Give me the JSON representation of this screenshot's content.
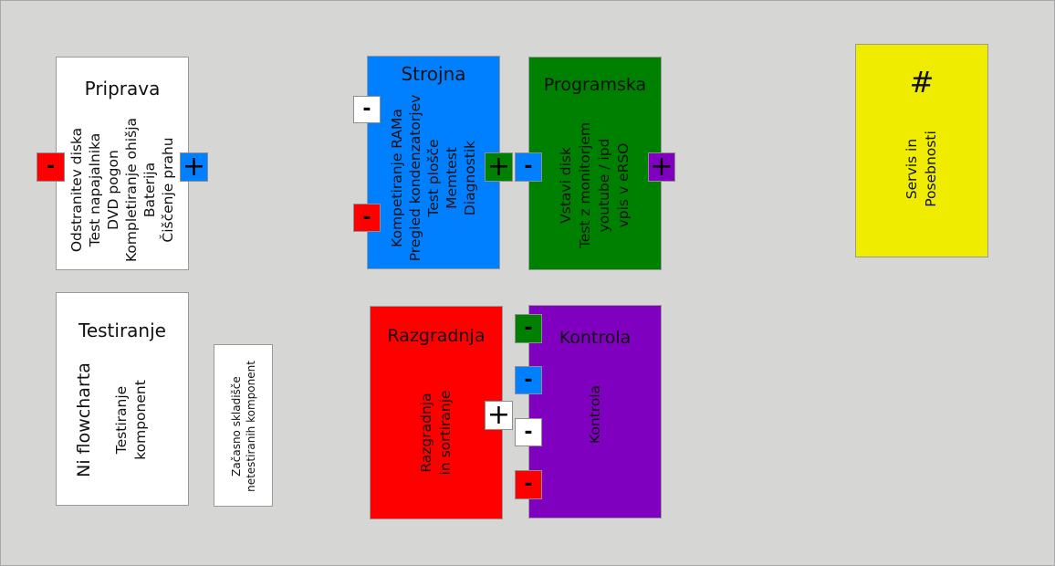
{
  "colors": {
    "background": "#d6d6d4",
    "white": "#ffffff",
    "red": "#ff0000",
    "blue": "#0080ff",
    "green": "#008000",
    "purple": "#7f00bf",
    "yellow": "#f0ec00"
  },
  "buttons": {
    "minus": "-",
    "plus": "+"
  },
  "priprava": {
    "title": "Priprava",
    "lines": [
      "Odstranitev diska",
      "Test napajalnika",
      "DVD pogon",
      "Kompletiranje ohišja",
      "Baterija",
      "Čiščenje prahu"
    ]
  },
  "strojna": {
    "title": "Strojna",
    "lines": [
      "Kompetiranje RAMa",
      "Pregled kondenzatorjev",
      "Test plošče",
      "Memtest",
      "Diagnostik"
    ]
  },
  "programska": {
    "title": "Programska",
    "lines": [
      "Vstavi disk",
      "Test z monitorjem",
      "youtube / ipd",
      "vpis v eRSO"
    ]
  },
  "servis": {
    "title": "#",
    "lines": [
      "Servis in",
      "Posebnosti"
    ]
  },
  "testiranje": {
    "title": "Testiranje",
    "side_label": "Ni flowcharta",
    "lines": [
      "Testiranje",
      "komponent"
    ]
  },
  "skladisce": {
    "lines": [
      "Začasno skladišče",
      "netestiranih komponent"
    ]
  },
  "razgradnja": {
    "title": "Razgradnja",
    "lines": [
      "Razgradnja",
      "in sortiranje"
    ]
  },
  "kontrola": {
    "title": "Kontrola",
    "lines": [
      "Kontrola"
    ]
  }
}
